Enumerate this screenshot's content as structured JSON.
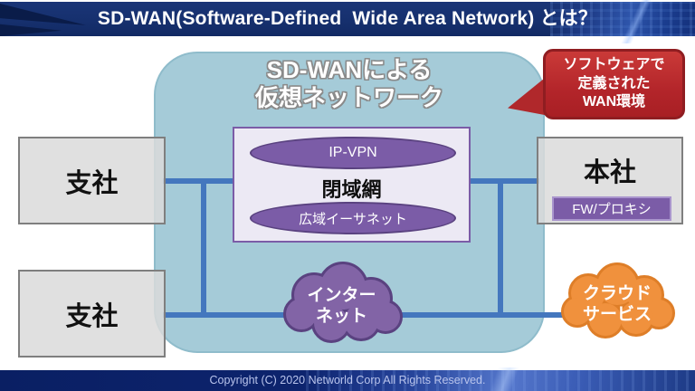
{
  "header": {
    "title": "SD-WAN(Software-Defined  Wide Area Network) とは？"
  },
  "panel": {
    "title_line1": "SD-WANによる",
    "title_line2": "仮想ネットワーク"
  },
  "callout": {
    "line1": "ソフトウェアで",
    "line2": "定義された",
    "line3": "WAN環境"
  },
  "sites": {
    "branch_top": "支社",
    "branch_bottom": "支社",
    "headquarters": "本社",
    "fw_proxy": "FW/プロキシ"
  },
  "closed_network": {
    "ip_vpn": "IP-VPN",
    "label": "閉域網",
    "wide_area_ethernet": "広域イーサネット"
  },
  "clouds": {
    "internet": [
      "インター",
      "ネット"
    ],
    "cloud_service": [
      "クラウド",
      "サービス"
    ]
  },
  "footer": {
    "copyright": "Copyright (C) 2020 Networld Corp All Rights Reserved."
  },
  "colors": {
    "header_bg": "#16306e",
    "panel_fill": "#a5cbd8",
    "panel_border": "#8fbccb",
    "link_blue": "#4477be",
    "site_box_fill": "#d9d9d9",
    "site_box_border": "#7f7f7f",
    "purple": "#7b5ca7",
    "purple_dark": "#5a4280",
    "closed_net_fill": "#ece9f4",
    "callout_red": "#b3252a",
    "callout_border": "#8f1d21",
    "internet_cloud_fill": "#8264a6",
    "cloud_service_fill": "#f0913d",
    "cloud_service_border": "#de7e28",
    "footer_bg": "#0c2166"
  }
}
